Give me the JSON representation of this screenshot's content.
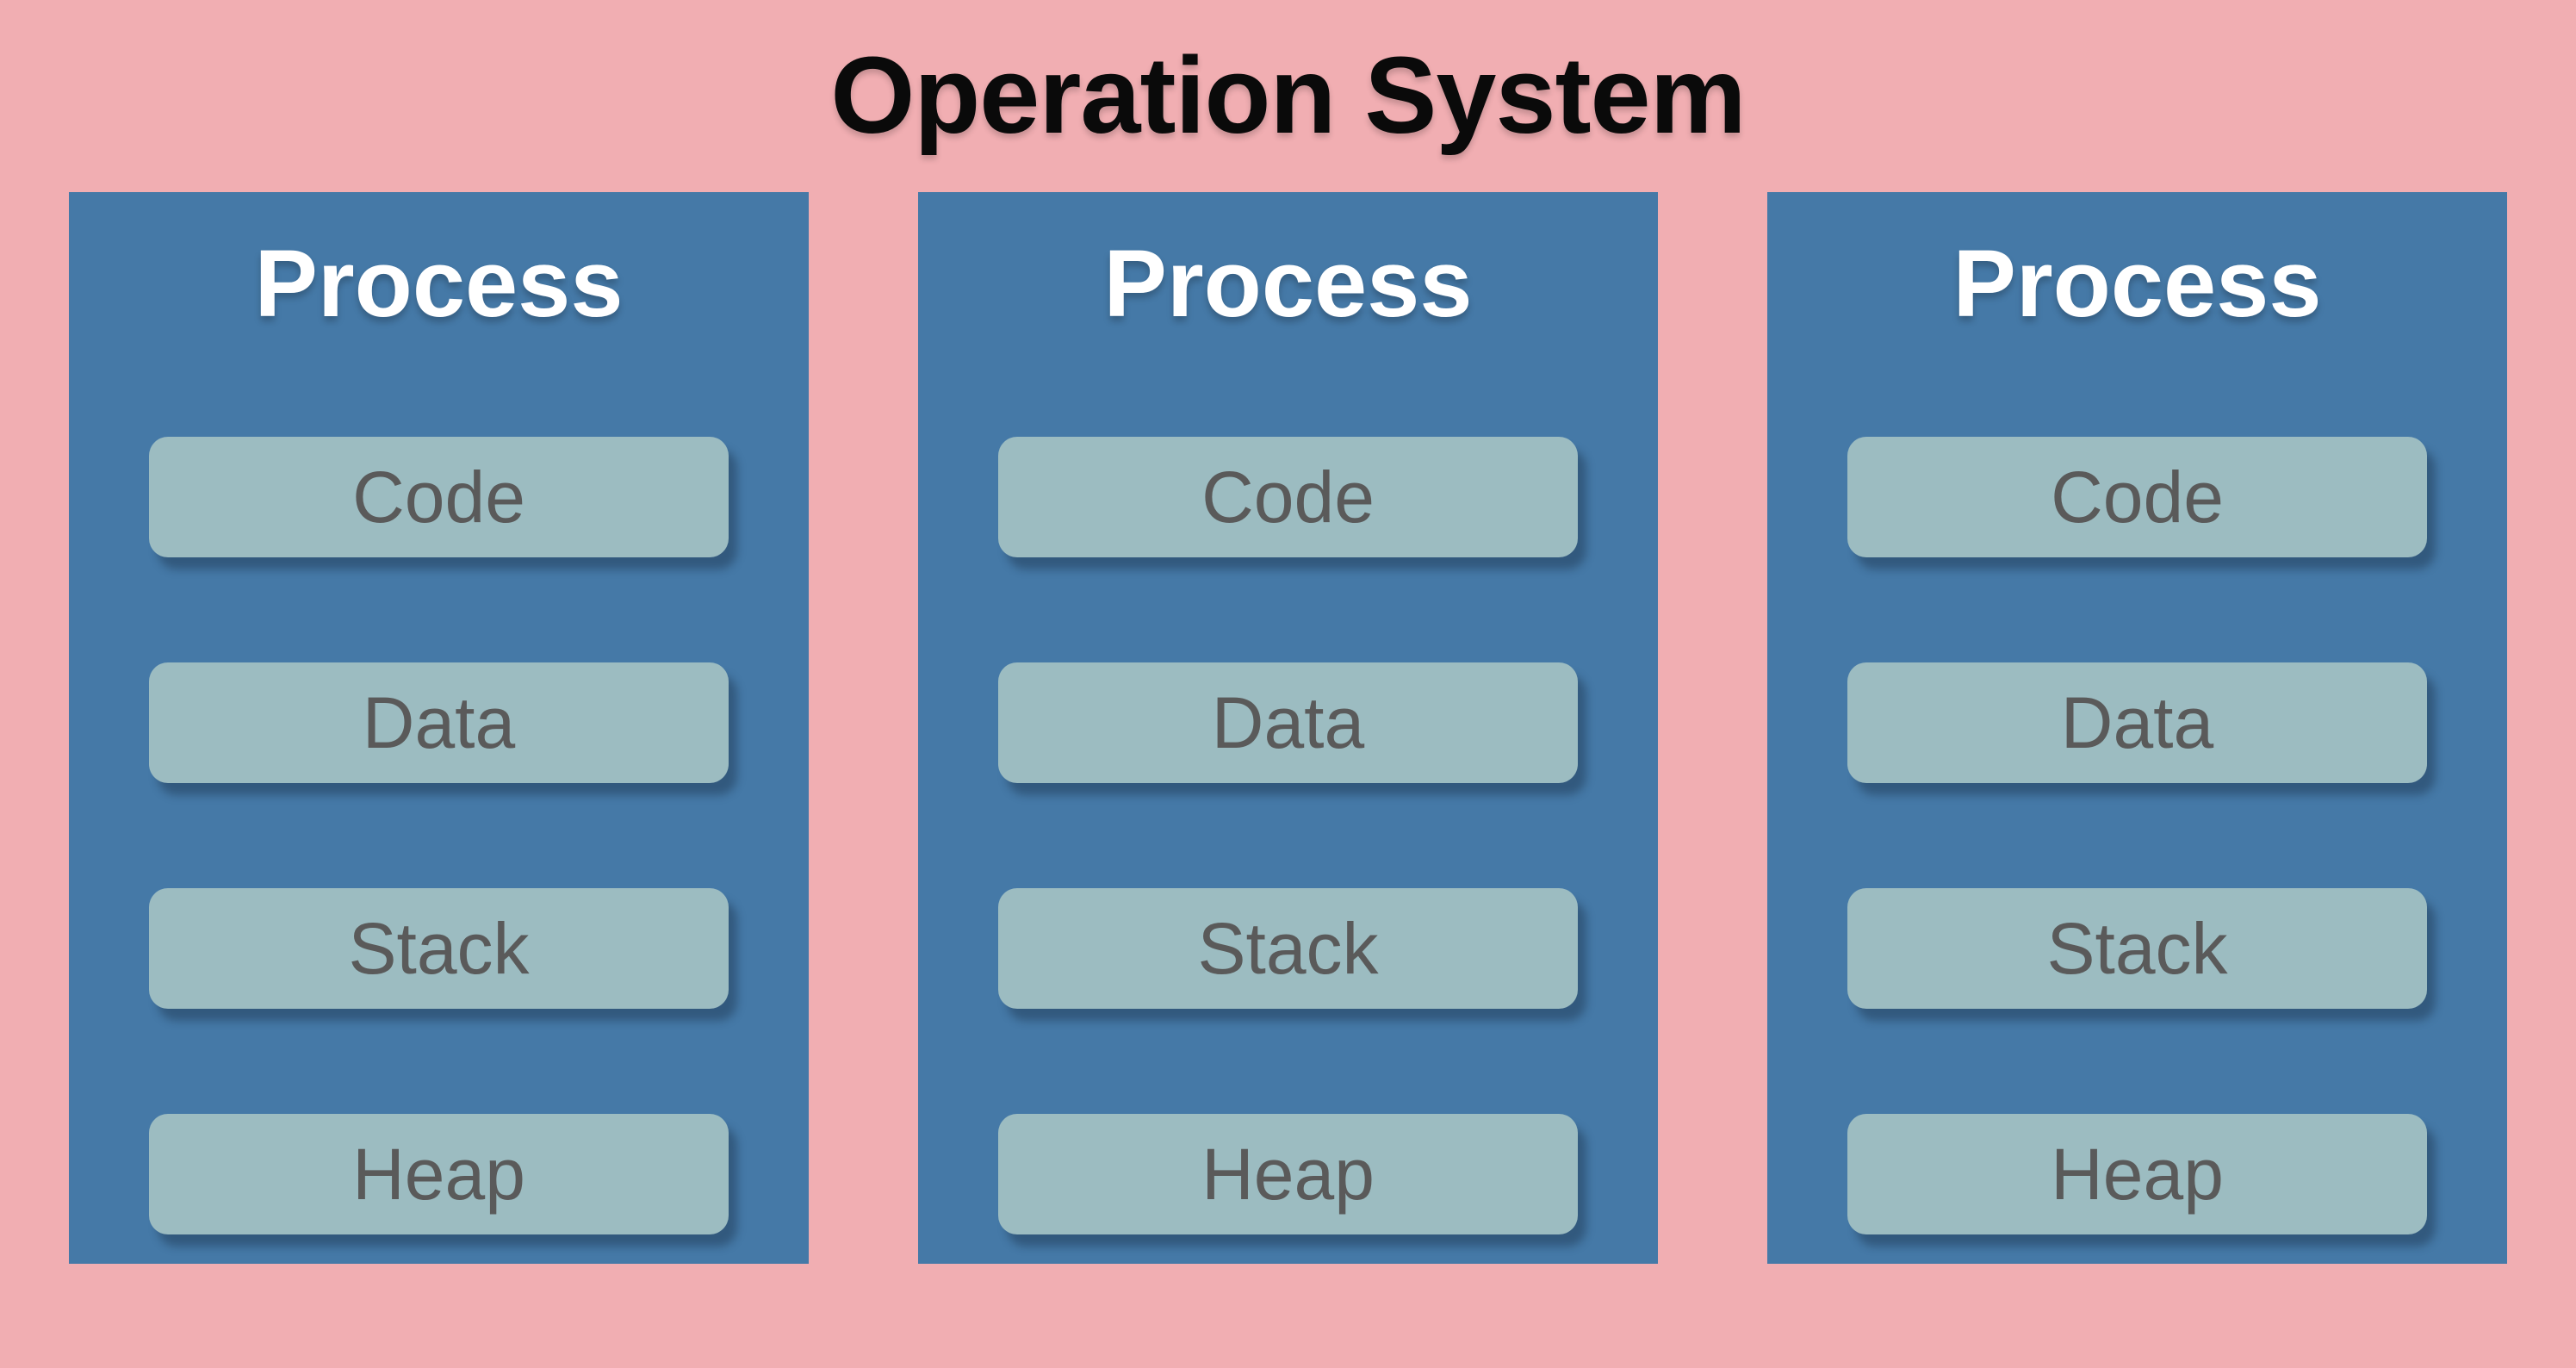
{
  "title": "Operation System",
  "processes": [
    {
      "label": "Process",
      "segments": [
        "Code",
        "Data",
        "Stack",
        "Heap"
      ]
    },
    {
      "label": "Process",
      "segments": [
        "Code",
        "Data",
        "Stack",
        "Heap"
      ]
    },
    {
      "label": "Process",
      "segments": [
        "Code",
        "Data",
        "Stack",
        "Heap"
      ]
    }
  ],
  "colors": {
    "background": "#F1AEB2",
    "process_box": "#4579A7",
    "process_title_text": "#FFFFFF",
    "segment_box": "#9CBCC1",
    "segment_text": "#5A5A5A",
    "title_text": "#0A0A0A"
  }
}
